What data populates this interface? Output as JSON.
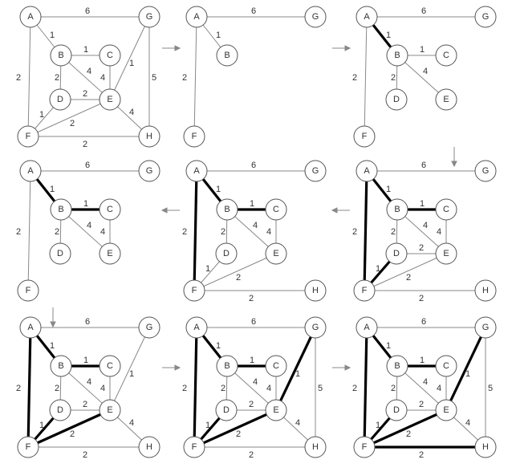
{
  "nodes": [
    "A",
    "B",
    "C",
    "D",
    "E",
    "F",
    "G",
    "H"
  ],
  "edges": [
    {
      "id": "AG",
      "u": "A",
      "v": "G",
      "w": "6"
    },
    {
      "id": "AB",
      "u": "A",
      "v": "B",
      "w": "1"
    },
    {
      "id": "AF",
      "u": "A",
      "v": "F",
      "w": "2"
    },
    {
      "id": "BC",
      "u": "B",
      "v": "C",
      "w": "1"
    },
    {
      "id": "BD",
      "u": "B",
      "v": "D",
      "w": "2"
    },
    {
      "id": "BE",
      "u": "B",
      "v": "E",
      "w": "4"
    },
    {
      "id": "CE",
      "u": "C",
      "v": "E",
      "w": "4"
    },
    {
      "id": "DE",
      "u": "D",
      "v": "E",
      "w": "2"
    },
    {
      "id": "DF",
      "u": "D",
      "v": "F",
      "w": "1"
    },
    {
      "id": "EF",
      "u": "E",
      "v": "F",
      "w": "2"
    },
    {
      "id": "EG",
      "u": "E",
      "v": "G",
      "w": "1"
    },
    {
      "id": "GH",
      "u": "G",
      "v": "H",
      "w": "5"
    },
    {
      "id": "EH",
      "u": "E",
      "v": "H",
      "w": "4"
    },
    {
      "id": "FH",
      "u": "F",
      "v": "H",
      "w": "2"
    }
  ],
  "panels": [
    {
      "nodes": [
        "A",
        "B",
        "C",
        "D",
        "E",
        "F",
        "G",
        "H"
      ],
      "edges": [
        "AG",
        "AB",
        "AF",
        "BC",
        "BD",
        "BE",
        "CE",
        "DE",
        "DF",
        "EF",
        "EG",
        "GH",
        "EH",
        "FH"
      ],
      "bold": []
    },
    {
      "nodes": [
        "A",
        "B",
        "F",
        "G"
      ],
      "edges": [
        "AG",
        "AB",
        "AF"
      ],
      "bold": []
    },
    {
      "nodes": [
        "A",
        "B",
        "C",
        "D",
        "E",
        "F",
        "G"
      ],
      "edges": [
        "AG",
        "AB",
        "AF",
        "BC",
        "BD",
        "BE"
      ],
      "bold": [
        "AB"
      ]
    },
    {
      "nodes": [
        "A",
        "B",
        "C",
        "D",
        "E",
        "F",
        "G"
      ],
      "edges": [
        "AG",
        "AB",
        "AF",
        "BC",
        "BD",
        "BE",
        "CE"
      ],
      "bold": [
        "AB",
        "BC"
      ]
    },
    {
      "nodes": [
        "A",
        "B",
        "C",
        "D",
        "E",
        "F",
        "G",
        "H"
      ],
      "edges": [
        "AG",
        "AB",
        "AF",
        "BC",
        "BD",
        "BE",
        "CE",
        "DF",
        "EF",
        "FH"
      ],
      "bold": [
        "AB",
        "BC",
        "AF"
      ]
    },
    {
      "nodes": [
        "A",
        "B",
        "C",
        "D",
        "E",
        "F",
        "G",
        "H"
      ],
      "edges": [
        "AG",
        "AB",
        "AF",
        "BC",
        "BD",
        "BE",
        "CE",
        "DE",
        "DF",
        "EF",
        "FH"
      ],
      "bold": [
        "AB",
        "BC",
        "AF",
        "DF"
      ]
    },
    {
      "nodes": [
        "A",
        "B",
        "C",
        "D",
        "E",
        "F",
        "G",
        "H"
      ],
      "edges": [
        "AG",
        "AB",
        "AF",
        "BC",
        "BD",
        "BE",
        "CE",
        "DE",
        "DF",
        "EF",
        "EG",
        "EH",
        "FH"
      ],
      "bold": [
        "AB",
        "BC",
        "AF",
        "DF",
        "EF"
      ]
    },
    {
      "nodes": [
        "A",
        "B",
        "C",
        "D",
        "E",
        "F",
        "G",
        "H"
      ],
      "edges": [
        "AG",
        "AB",
        "AF",
        "BC",
        "BD",
        "BE",
        "CE",
        "DE",
        "DF",
        "EF",
        "EG",
        "GH",
        "EH",
        "FH"
      ],
      "bold": [
        "AB",
        "BC",
        "AF",
        "DF",
        "EF",
        "EG"
      ]
    },
    {
      "nodes": [
        "A",
        "B",
        "C",
        "D",
        "E",
        "F",
        "G",
        "H"
      ],
      "edges": [
        "AG",
        "AB",
        "AF",
        "BC",
        "BD",
        "BE",
        "CE",
        "DE",
        "DF",
        "EF",
        "EG",
        "GH",
        "EH",
        "FH"
      ],
      "bold": [
        "AB",
        "BC",
        "AF",
        "DF",
        "EF",
        "EG",
        "FH"
      ]
    }
  ],
  "step_arrows": 8
}
